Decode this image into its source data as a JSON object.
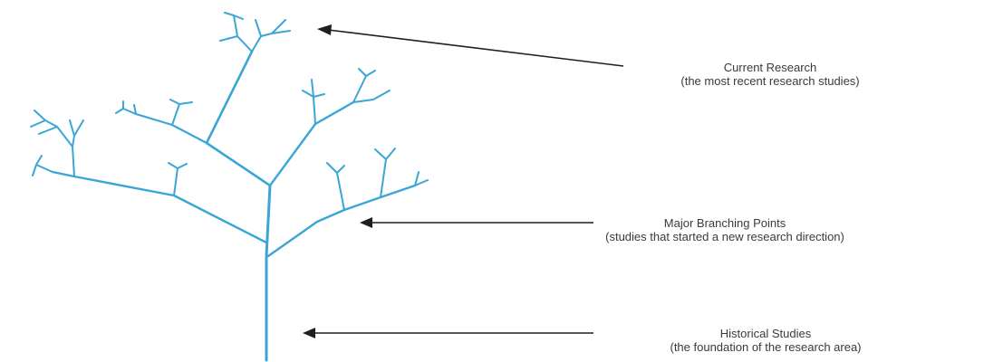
{
  "colors": {
    "branch": "#3aa6d6",
    "arrow": "#1f1f1f",
    "text": "#3a3a3a"
  },
  "annotations": [
    {
      "id": "current",
      "title": "Current Research",
      "subtitle": "(the most recent research studies)"
    },
    {
      "id": "branching",
      "title": "Major Branching Points",
      "subtitle": "(studies that started a new research direction)"
    },
    {
      "id": "historical",
      "title": "Historical Studies",
      "subtitle": "(the foundation of the research area)"
    }
  ]
}
